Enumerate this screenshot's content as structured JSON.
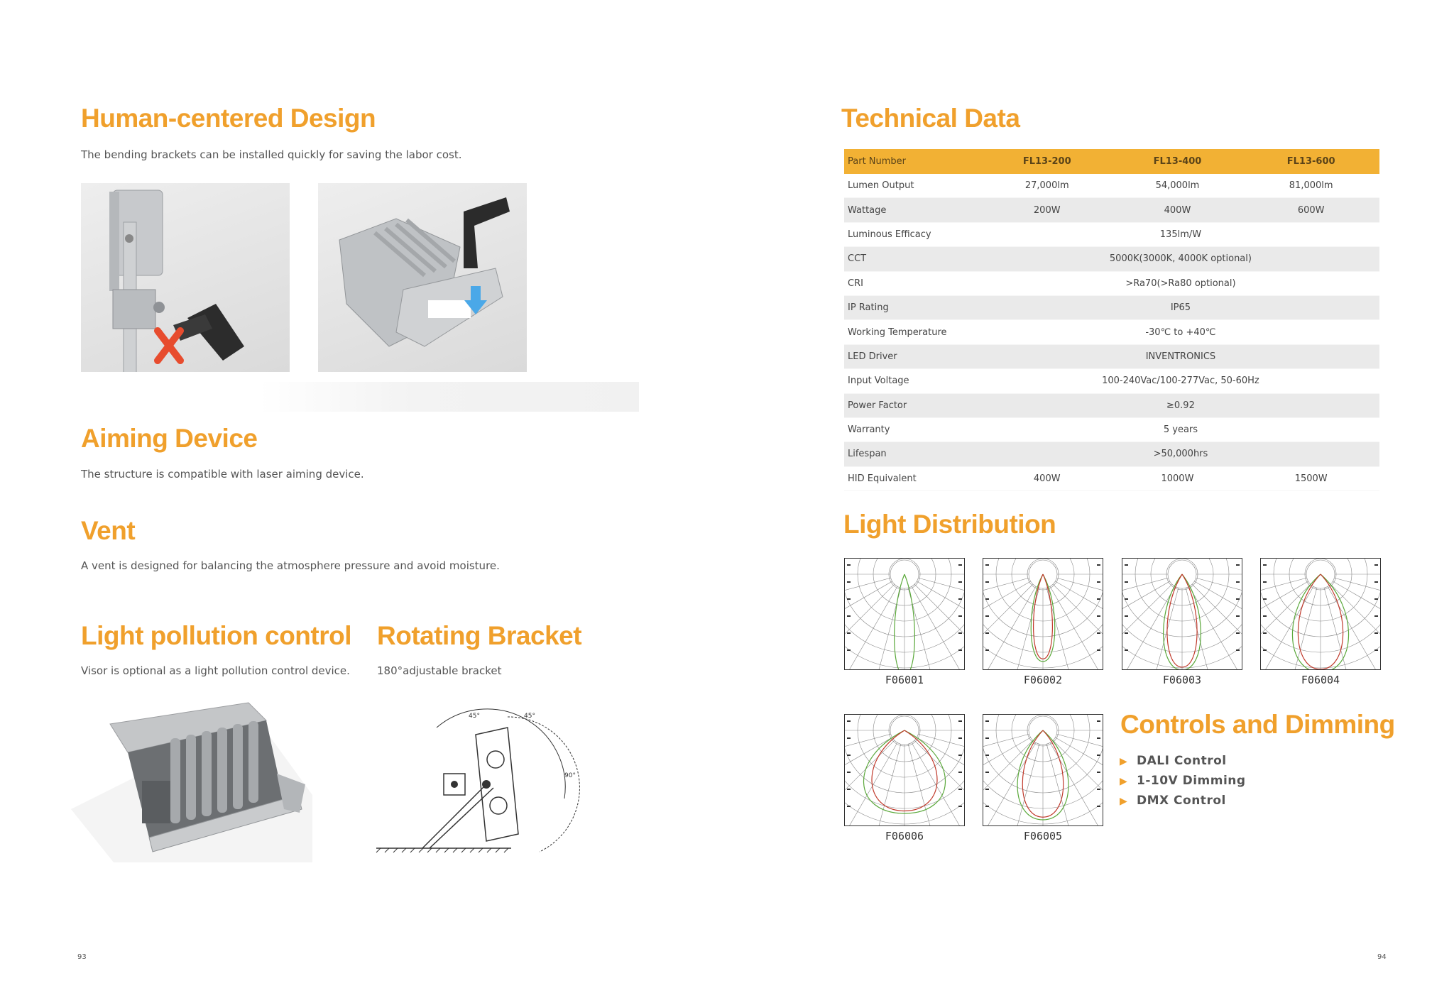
{
  "left_page": {
    "human": {
      "title": "Human-centered Design",
      "desc": "The bending brackets can be installed quickly for saving the labor cost."
    },
    "aiming": {
      "title": "Aiming Device",
      "desc": "The structure is compatible with laser aiming device."
    },
    "vent": {
      "title": "Vent",
      "desc": "A vent is designed for balancing the atmosphere pressure and avoid moisture."
    },
    "pollution": {
      "title": "Light pollution control",
      "desc": "Visor is optional as a light pollution control device."
    },
    "rotating": {
      "title": "Rotating Bracket",
      "desc": "180°adjustable bracket",
      "angle_left": "45°",
      "angle_right": "45°",
      "angle_side": "90°"
    },
    "page_number": "93"
  },
  "right_page": {
    "technical": {
      "title": "Technical Data",
      "header": [
        "Part Number",
        "FL13-200",
        "FL13-400",
        "FL13-600"
      ],
      "rows": [
        {
          "label": "Lumen Output",
          "c1": "27,000lm",
          "c2": "54,000lm",
          "c3": "81,000lm"
        },
        {
          "label": "Wattage",
          "c1": "200W",
          "c2": "400W",
          "c3": "600W"
        },
        {
          "label": "Luminous Efficacy",
          "c1": "",
          "c2": "135lm/W",
          "c3": ""
        },
        {
          "label": "CCT",
          "c1": "",
          "c2": "5000K(3000K, 4000K optional)",
          "c3": ""
        },
        {
          "label": "CRI",
          "c1": "",
          "c2": ">Ra70(>Ra80 optional)",
          "c3": ""
        },
        {
          "label": "IP Rating",
          "c1": "",
          "c2": "IP65",
          "c3": ""
        },
        {
          "label": "Working Temperature",
          "c1": "",
          "c2": "-30℃ to +40℃",
          "c3": ""
        },
        {
          "label": "LED Driver",
          "c1": "",
          "c2": "INVENTRONICS",
          "c3": ""
        },
        {
          "label": "Input Voltage",
          "c1": "",
          "c2": "100-240Vac/100-277Vac, 50-60Hz",
          "c3": ""
        },
        {
          "label": "Power Factor",
          "c1": "",
          "c2": "≥0.92",
          "c3": ""
        },
        {
          "label": "Warranty",
          "c1": "",
          "c2": "5 years",
          "c3": ""
        },
        {
          "label": "Lifespan",
          "c1": "",
          "c2": ">50,000hrs",
          "c3": ""
        },
        {
          "label": "HID Equivalent",
          "c1": "400W",
          "c2": "1000W",
          "c3": "1500W"
        }
      ]
    },
    "distribution": {
      "title": "Light Distribution",
      "diagrams": [
        "F06001",
        "F06002",
        "F06003",
        "F06004",
        "F06006",
        "F06005"
      ]
    },
    "controls": {
      "title": "Controls and Dimming",
      "items": [
        "DALI Control",
        "1-10V Dimming",
        "DMX Control"
      ]
    },
    "page_number": "94"
  },
  "colors": {
    "accent": "#f0a02c",
    "table_header": "#f2b134",
    "row_alt": "#eaeaea",
    "curve_green": "#5aa83a",
    "curve_red": "#c0392b"
  }
}
